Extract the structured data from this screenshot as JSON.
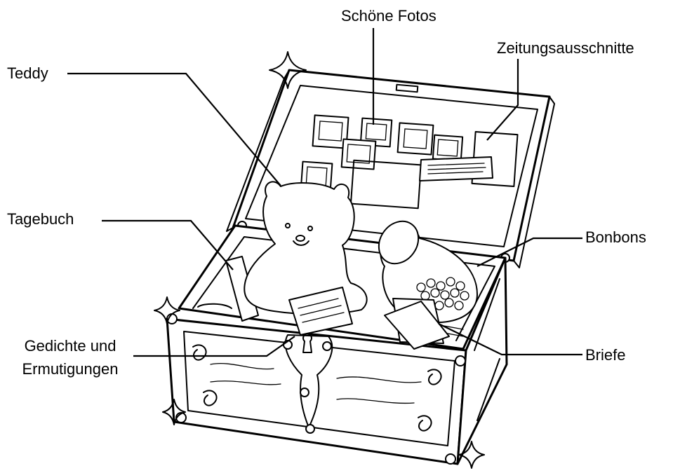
{
  "labels": {
    "photos": "Schöne Fotos",
    "clippings": "Zeitungsausschnitte",
    "teddy": "Teddy",
    "diary": "Tagebuch",
    "sweets": "Bonbons",
    "poems_line1": "Gedichte und",
    "poems_line2": "Ermutigungen",
    "letters": "Briefe"
  }
}
